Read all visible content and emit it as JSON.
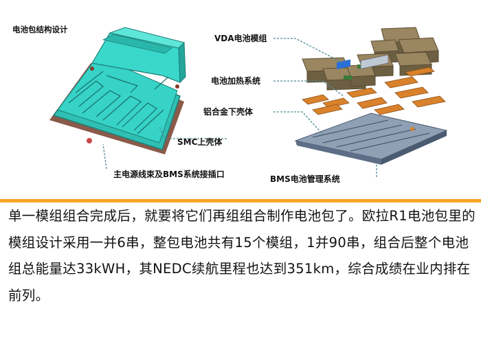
{
  "figure": {
    "title": "电池包结构设计",
    "labels": {
      "vda": "VDA电池模组",
      "heating": "电池加热系统",
      "lower_shell": "铝合金下壳体",
      "smc": "SMC上壳体",
      "harness": "主电源线束及BMS系统接插口",
      "bms": "BMS电池管理系统"
    }
  },
  "colors": {
    "divider": "#f5a623",
    "shell": "#33d1c4",
    "module": "#8c7a55",
    "heater": "#d9822b",
    "tray": "#6b7f96"
  },
  "caption": {
    "paragraph": "单一模组组合完成后，就要将它们再组组合制作电池包了。欧拉R1电池包里的模组设计采用一并6串，整包电池共有15个模组，1并90串，组合后整个电池组总能量达33kWH，其NEDC续航里程也达到351km，综合成绩在业内排在前列。"
  }
}
